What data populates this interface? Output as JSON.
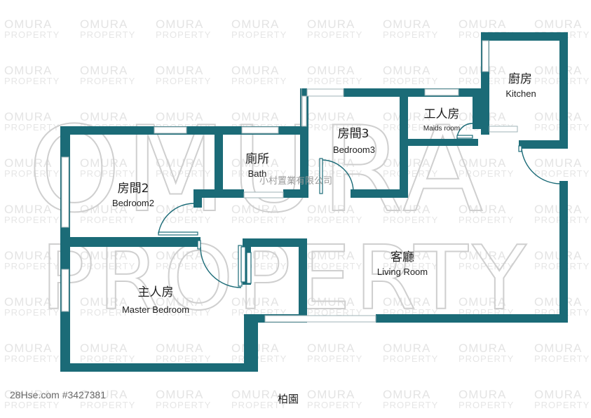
{
  "watermark": {
    "brand_line1": "OMURA",
    "brand_line2": "PROPERTY",
    "agency_text": "小村置業有限公司"
  },
  "listing_id": "28Hse.com #3427381",
  "estate_name": "柏園",
  "rooms": {
    "kitchen": {
      "zh": "廚房",
      "en": "Kitchen"
    },
    "maids_room": {
      "zh": "工人房",
      "en": "Maids room"
    },
    "bedroom3": {
      "zh": "房間3",
      "en": "Bedroom3"
    },
    "bath": {
      "zh": "廁所",
      "en": "Bath"
    },
    "bedroom2": {
      "zh": "房間2",
      "en": "Bedroom2"
    },
    "living_room": {
      "zh": "客廳",
      "en": "Living Room"
    },
    "master_bedroom": {
      "zh": "主人房",
      "en": "Master Bedroom"
    }
  },
  "colors": {
    "wall": "#1b6b77",
    "watermark": "#cfcfcf",
    "background": "#ffffff"
  }
}
